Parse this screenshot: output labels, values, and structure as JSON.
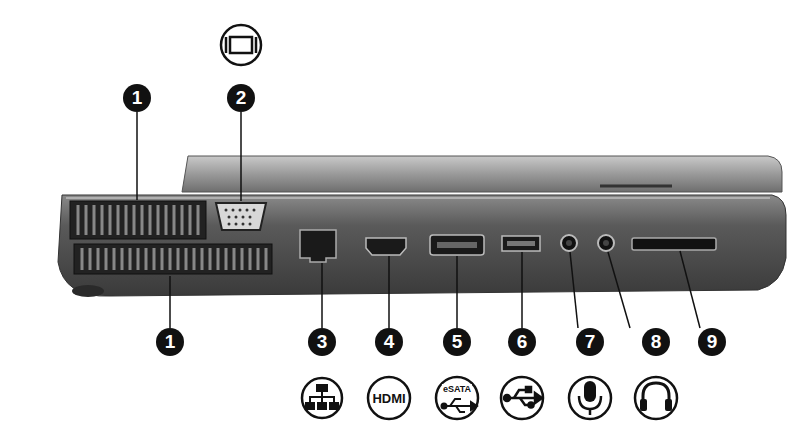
{
  "diagram": {
    "labels": [
      "1",
      "2",
      "1",
      "3",
      "4",
      "5",
      "6",
      "7",
      "8",
      "9",
      "HDMI",
      "eSATA"
    ]
  }
}
